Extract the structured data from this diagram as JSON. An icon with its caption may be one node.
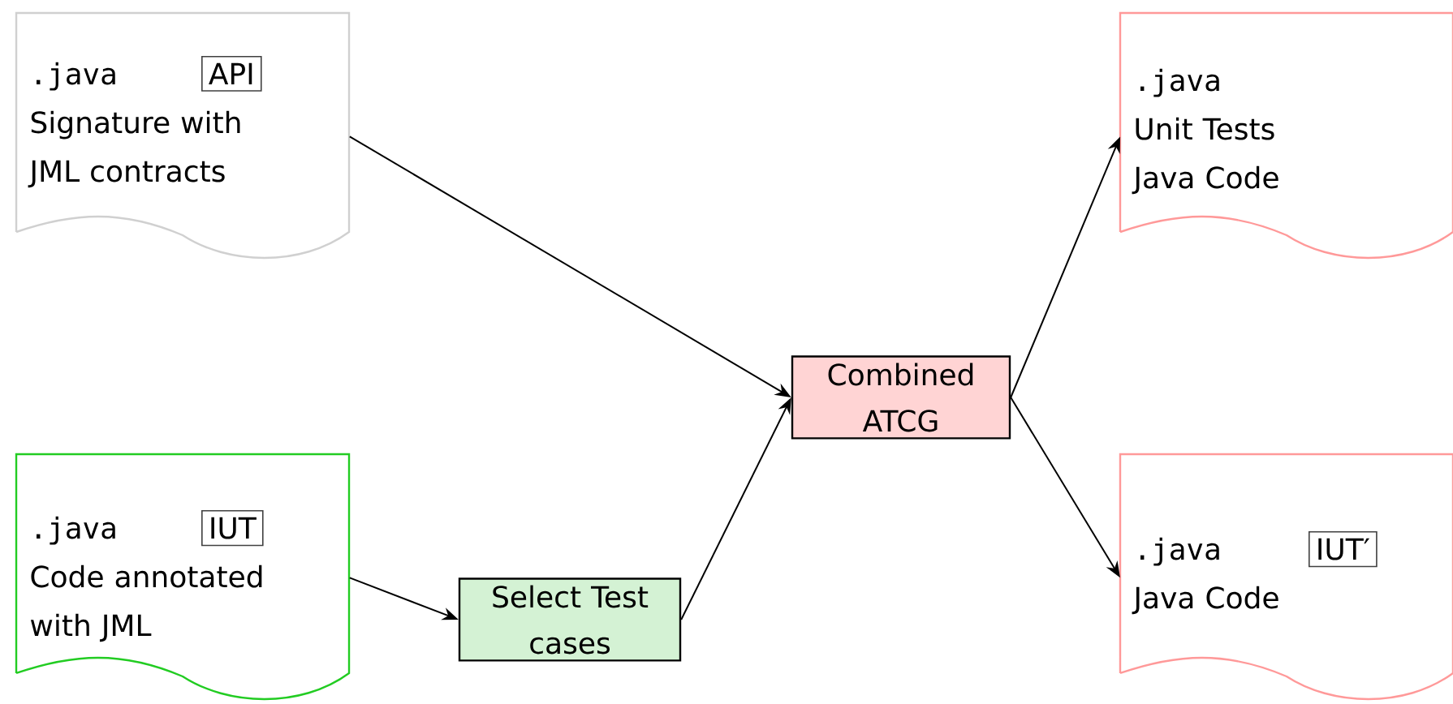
{
  "diagram": {
    "nodes": [
      {
        "text": [
          ".java",
          "Signature with JML contracts"
        ]
      },
      {
        "text": [
          "API"
        ],
        "in": 0
      },
      {
        "text": [
          ".java",
          "Code annotated with JML"
        ]
      },
      {
        "text": [
          "IUT"
        ],
        "in": 2
      },
      {
        "text": [
          "Select Test cases"
        ]
      },
      {
        "text": [
          "Combined ATCG"
        ]
      },
      {
        "text": [
          ".java",
          "Unit Tests Java Code"
        ]
      },
      {
        "text": [
          ".java",
          "Java Code"
        ]
      },
      {
        "text": [
          "IUT′"
        ],
        "in": 7
      }
    ],
    "edges": [
      {
        "from": 0,
        "to": 5,
        "arrow": "to"
      },
      {
        "from": 2,
        "to": 4,
        "arrow": "to"
      },
      {
        "from": 4,
        "to": 5,
        "arrow": "to"
      },
      {
        "from": 5,
        "to": 6,
        "arrow": "to"
      },
      {
        "from": 5,
        "to": 7,
        "arrow": "to"
      }
    ]
  }
}
